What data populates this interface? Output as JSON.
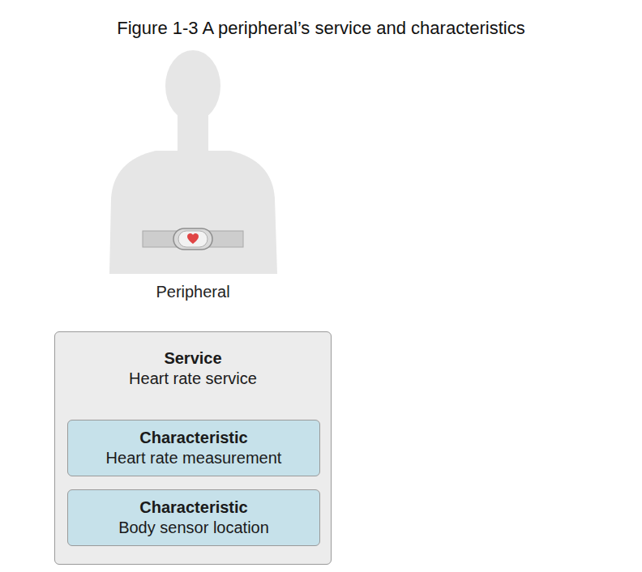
{
  "diagram": {
    "title": "Figure 1-3  A peripheral’s service and characteristics",
    "nodes": [
      {
        "text": [
          "Service",
          "Heart rate service"
        ]
      },
      {
        "text": [
          "Characteristic",
          "Heart rate measurement"
        ],
        "in": 0
      },
      {
        "text": [
          "Characteristic",
          "Body sensor location"
        ],
        "in": 0
      }
    ],
    "labels": [
      "Peripheral"
    ]
  }
}
